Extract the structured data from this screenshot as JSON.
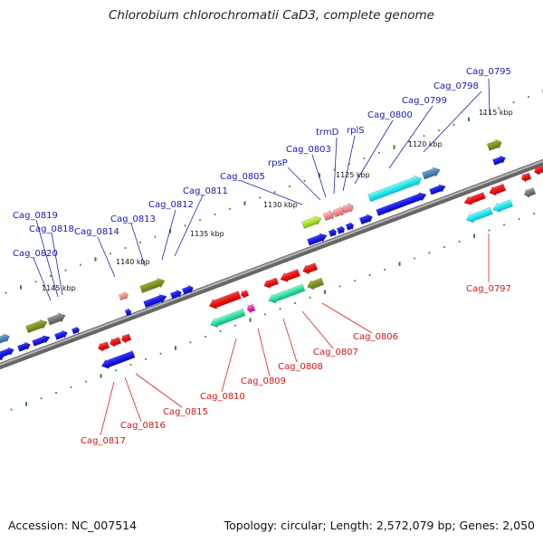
{
  "title": "Chlorobium chlorochromatii CaD3, complete genome",
  "footer": {
    "accession": "Accession: NC_007514",
    "summary": "Topology: circular; Length: 2,572,079 bp; Genes: 2,050"
  },
  "scale_labels": [
    "1115 kbp",
    "1120 kbp",
    "1125 kbp",
    "1130 kbp",
    "1135 kbp",
    "1140 kbp",
    "1145 kbp"
  ],
  "top_labels": [
    "Cag_0795",
    "Cag_0798",
    "Cag_0799",
    "Cag_0800",
    "rplS",
    "trmD",
    "Cag_0803",
    "rpsP",
    "Cag_0805",
    "Cag_0811",
    "Cag_0812",
    "Cag_0813",
    "Cag_0814",
    "Cag_0818",
    "Cag_0819",
    "Cag_0820"
  ],
  "bottom_labels": [
    "Cag_0797",
    "Cag_0806",
    "Cag_0807",
    "Cag_0808",
    "Cag_0809",
    "Cag_0810",
    "Cag_0815",
    "Cag_0816",
    "Cag_0817"
  ],
  "colors": {
    "forward_label": "#1a1ab0",
    "reverse_label": "#d01818",
    "backbone": "#888888",
    "tick": "#2e8b2e"
  }
}
